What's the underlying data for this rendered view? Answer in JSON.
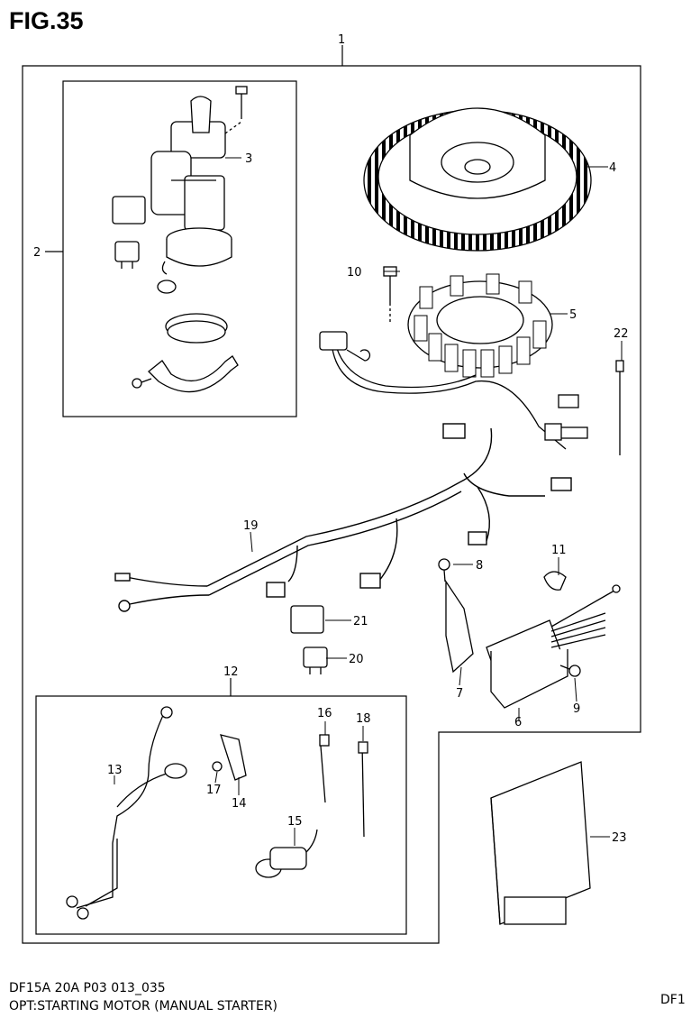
{
  "figure": {
    "title": "FIG.35",
    "code": "DF15A 20A  P03 013_035",
    "description": "OPT:STARTING MOTOR (MANUAL STARTER)",
    "corner_text": "DF1"
  },
  "callouts": [
    "1",
    "2",
    "3",
    "4",
    "5",
    "6",
    "7",
    "8",
    "9",
    "10",
    "11",
    "12",
    "13",
    "14",
    "15",
    "16",
    "17",
    "18",
    "19",
    "20",
    "21",
    "22",
    "23"
  ]
}
